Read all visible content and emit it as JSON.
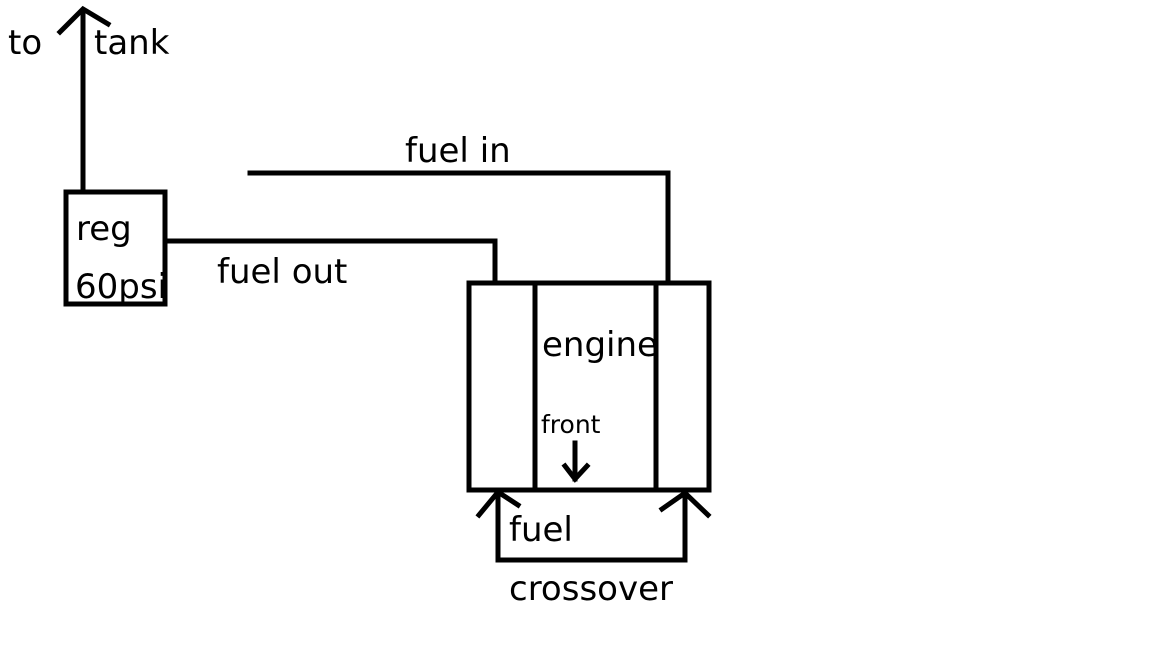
{
  "diagram": {
    "labels": {
      "to": "to",
      "tank": "tank",
      "fuel_in": "fuel in",
      "reg": "reg",
      "psi": "60psi",
      "fuel_out": "fuel out",
      "engine": "engine",
      "front": "front",
      "fuel": "fuel",
      "crossover": "crossover"
    },
    "colors": {
      "line": "#000000",
      "background": "#ffffff"
    }
  }
}
